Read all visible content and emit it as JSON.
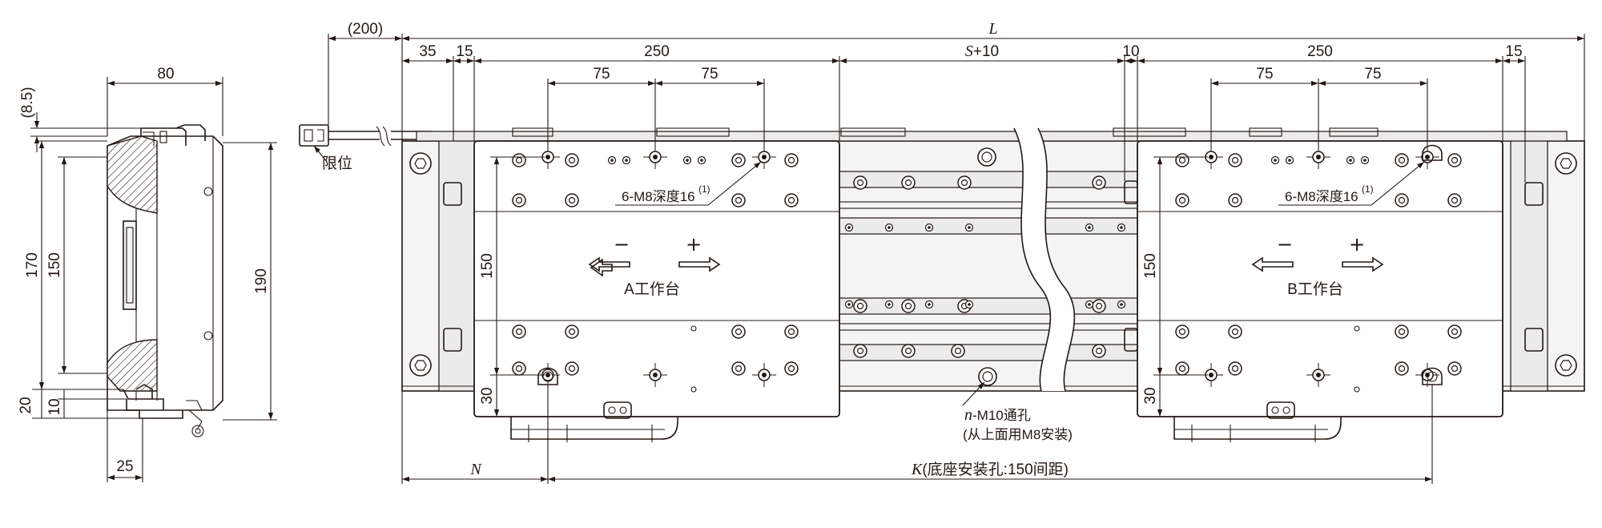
{
  "side_view": {
    "dims": {
      "width_top": "80",
      "offset_top": "(8.5)",
      "height_170": "170",
      "height_150": "150",
      "height_190": "190",
      "bottom_20": "20",
      "bottom_10": "10",
      "width_bottom": "25"
    }
  },
  "front_view": {
    "dims": {
      "cable": "(200)",
      "total_length": "L",
      "d35": "35",
      "d15_left": "15",
      "d250_left": "250",
      "stroke_italic": "S",
      "stroke_rest": "+10",
      "d10": "10",
      "d250_right": "250",
      "d15_right": "15",
      "a_75_1": "75",
      "a_75_2": "75",
      "b_75_1": "75",
      "b_75_2": "75",
      "a_150": "150",
      "b_150": "150",
      "a_30": "30",
      "b_30": "30",
      "n_label": "N",
      "k_italic": "K",
      "k_rest": "(底座安装孔:150间距)"
    },
    "labels": {
      "limit": "限位",
      "hole_a": "6-M8深度16",
      "hole_a_sup": "(1)",
      "hole_b": "6-M8深度16",
      "hole_b_sup": "(1)",
      "table_a": "A工作台",
      "table_b": "B工作台",
      "minus_a": "−",
      "plus_a": "+",
      "minus_b": "−",
      "plus_b": "+",
      "through_hole_italic": "n",
      "through_hole_rest": "-M10通孔",
      "through_hole_note": "(从上面用M8安装)"
    }
  }
}
